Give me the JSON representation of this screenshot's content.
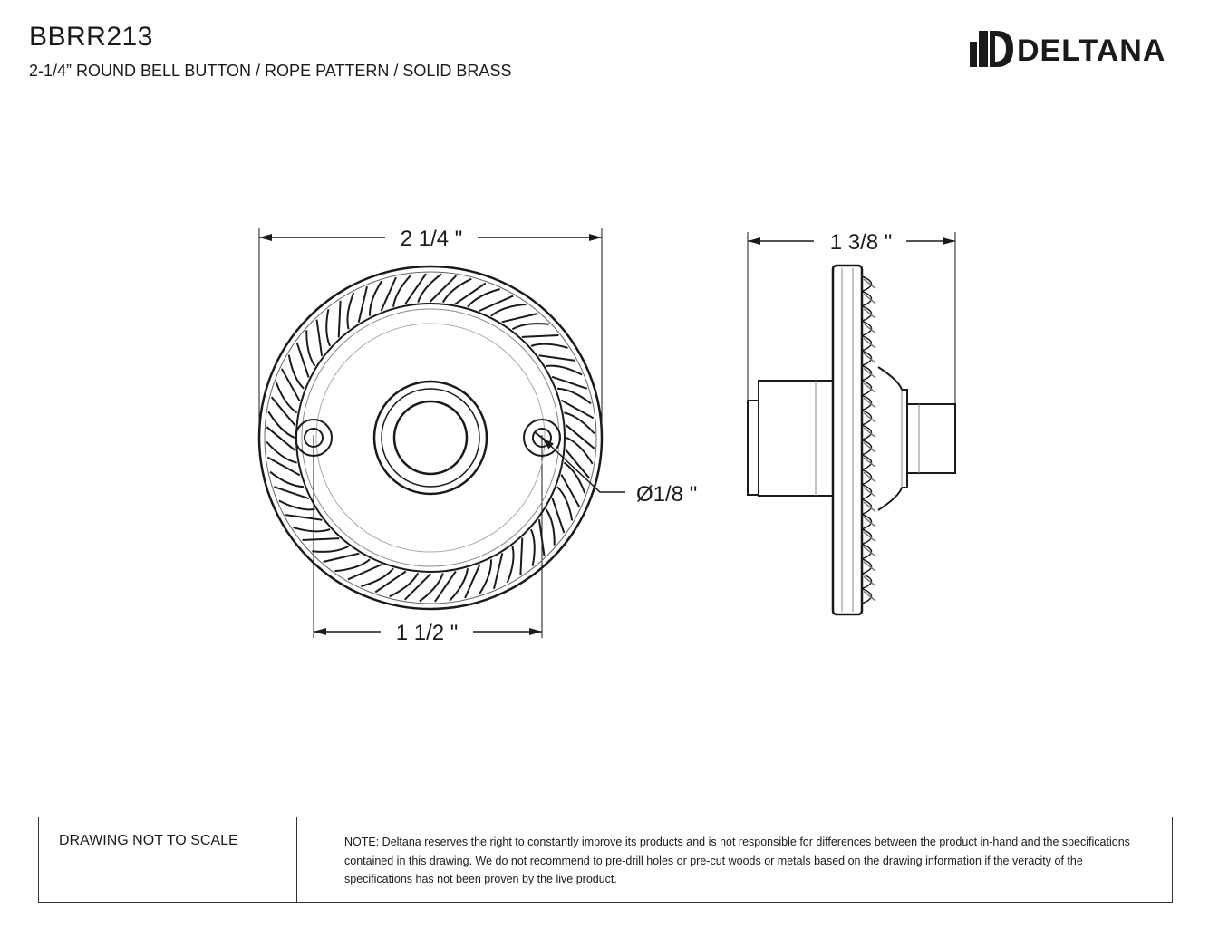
{
  "header": {
    "model": "BBRR213",
    "subtitle": "2-1/4” ROUND BELL BUTTON / ROPE PATTERN / SOLID BRASS"
  },
  "brand": {
    "name": "DELTANA",
    "icon": "deltana-logo-icon"
  },
  "dimensions": {
    "overall_diameter": "2 1/4 \"",
    "hole_spacing": "1 1/2 \"",
    "hole_diameter": "Ø1/8 \"",
    "depth": "1 3/8 \""
  },
  "footer": {
    "scale_note": "DRAWING NOT TO SCALE",
    "note": "NOTE: Deltana reserves the right to constantly improve its products and is not responsible for differences between the product in-hand and the specifications contained in this drawing.  We do not recommend to pre-drill holes or pre-cut woods or metals based on the drawing information if the veracity of the specifications has not been proven by the live product."
  },
  "colors": {
    "line": "#1a1a1a",
    "thin_line": "#888888"
  }
}
